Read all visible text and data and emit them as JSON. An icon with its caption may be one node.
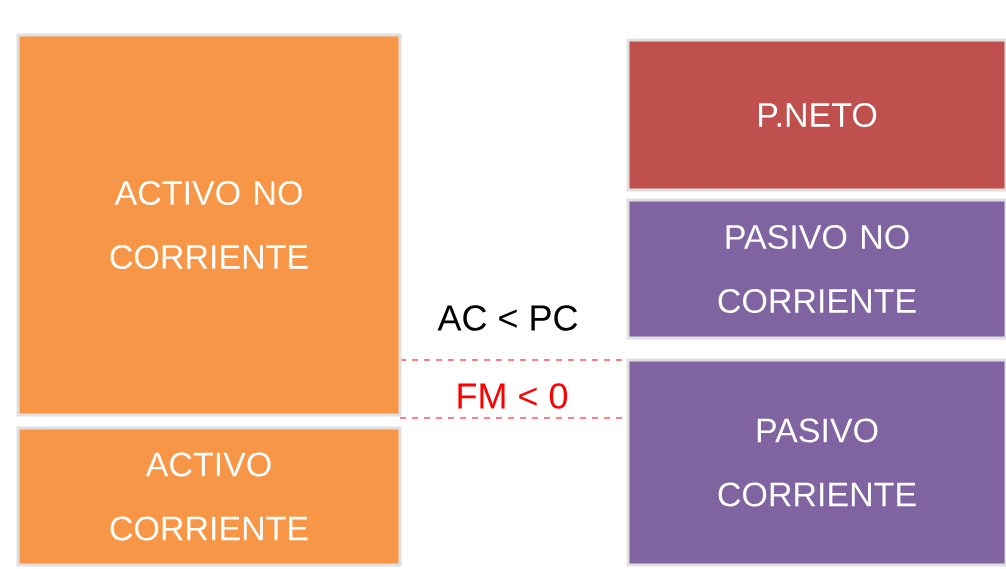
{
  "diagram": {
    "nodes": [
      {
        "text": [
          "ACTIVO NO CORRIENTE"
        ]
      },
      {
        "text": [
          "ACTIVO CORRIENTE"
        ]
      },
      {
        "text": [
          "P.NETO"
        ]
      },
      {
        "text": [
          "PASIVO NO CORRIENTE"
        ]
      },
      {
        "text": [
          "PASIVO CORRIENTE"
        ]
      }
    ],
    "labels": [
      "AC < PC",
      "FM < 0"
    ]
  }
}
